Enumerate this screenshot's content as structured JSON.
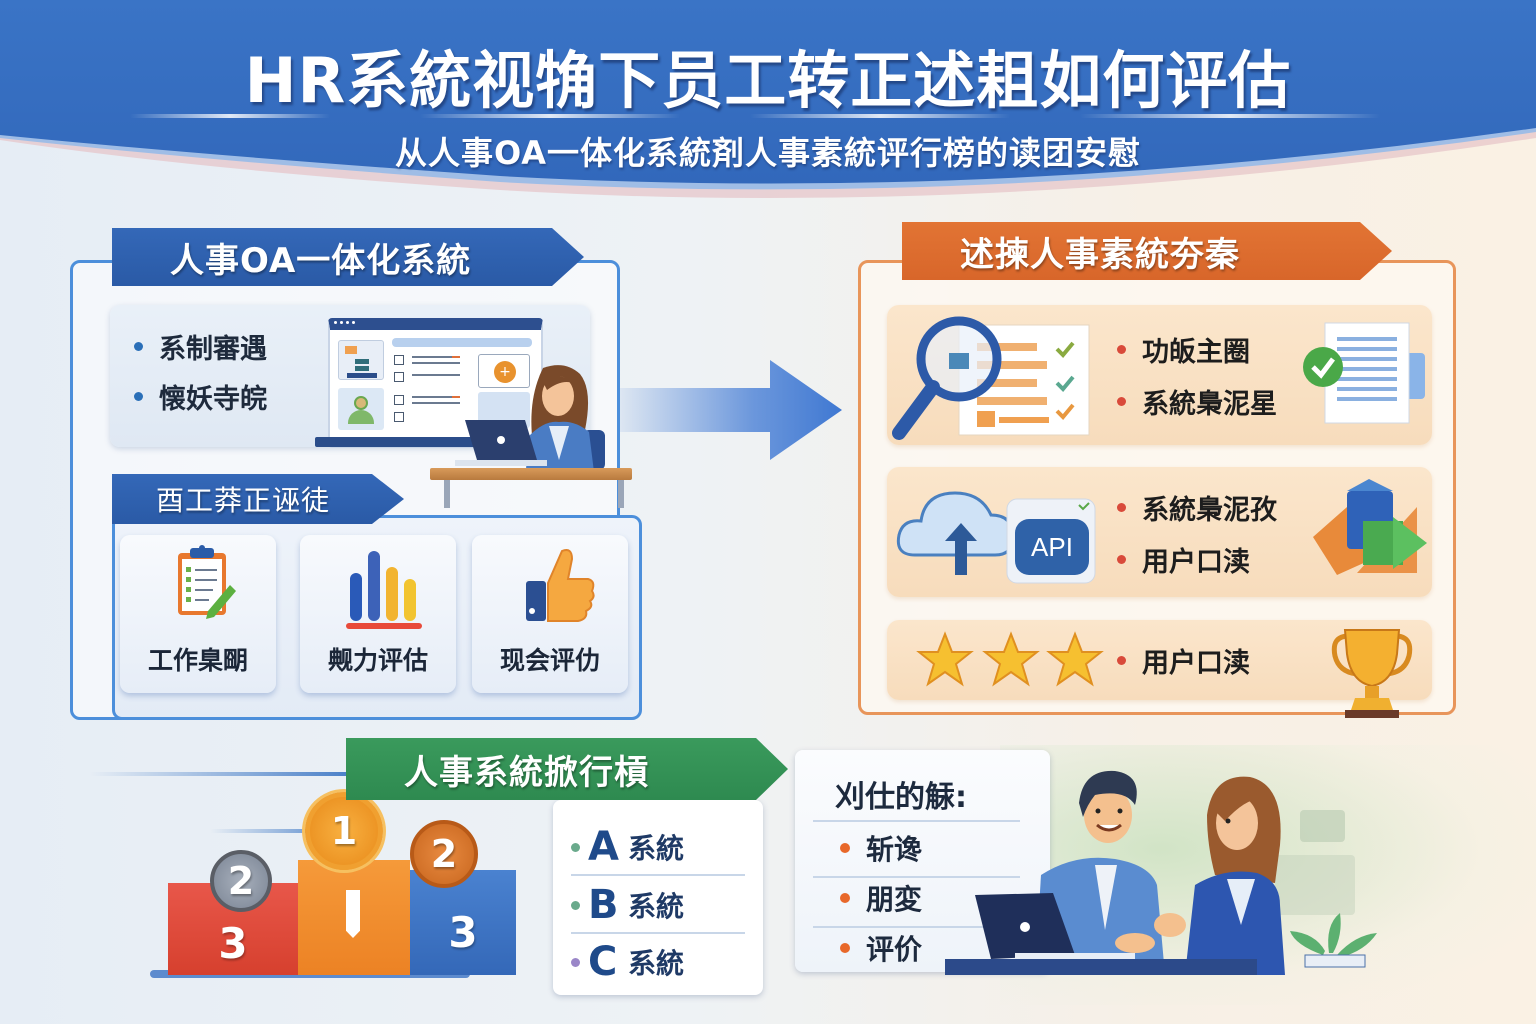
{
  "header": {
    "title": "HR系統视觕下员工转正述耝如何评估",
    "subtitle": "从人事OA一体化系統剤人事素統评行榜的读团安慰"
  },
  "left_panel": {
    "ribbon": "人事OA一体化系統",
    "oa_items": [
      {
        "label": "系制審遇"
      },
      {
        "label": "懐妖寺皖"
      }
    ],
    "eval_ribbon": "酉工莽正诬徒",
    "eval_cards": [
      {
        "label": "工作臬朙",
        "icon": "clipboard-checklist-icon"
      },
      {
        "label": "觍力评估",
        "icon": "bar-chart-icon"
      },
      {
        "label": "现会评仂",
        "icon": "thumbs-up-icon"
      }
    ]
  },
  "right_panel": {
    "ribbon": "述揀人事素統夯秦",
    "cards": [
      {
        "items": [
          "功皈主圈",
          "系統梟泥星"
        ],
        "left_icon": "magnifier-checklist-icon",
        "right_icon": "document-check-icon"
      },
      {
        "items": [
          "系統梟泥孜",
          "用户口渎"
        ],
        "left_icon": "cloud-api-icon",
        "right_icon": "integration-shapes-icon",
        "api_label": "API"
      },
      {
        "items": [
          "用户口渎"
        ],
        "left_icon": "three-stars-icon",
        "right_icon": "trophy-icon",
        "stars": 3
      }
    ]
  },
  "ranking": {
    "ribbon": "人事系統掀行槓",
    "podium": [
      {
        "block_number": "3",
        "medal_number": "2",
        "color": "#e0493a",
        "medal": "silver"
      },
      {
        "block_number": "",
        "medal_number": "1",
        "color": "#f08a2a",
        "medal": "gold"
      },
      {
        "block_number": "3",
        "medal_number": "2",
        "color": "#3a72c4",
        "medal": "bronze"
      }
    ],
    "systems": [
      {
        "letter": "A",
        "label": "系統",
        "dot_color": "#6aaa8c"
      },
      {
        "letter": "B",
        "label": "系統",
        "dot_color": "#6aaa8c"
      },
      {
        "letter": "C",
        "label": "系統",
        "dot_color": "#9a86c8"
      }
    ]
  },
  "compare": {
    "title": "刈仕的觨:",
    "items": [
      "斩谗",
      "朋変",
      "评价"
    ]
  },
  "colors": {
    "banner_blue": "#3670c2",
    "panel_blue": "#4c8fdb",
    "panel_orange": "#e8955a",
    "ribbon_green": "#3a9a5c",
    "bullet_blue": "#2a6fb8",
    "bullet_red": "#d94a3a",
    "bullet_orange": "#e8682a"
  }
}
